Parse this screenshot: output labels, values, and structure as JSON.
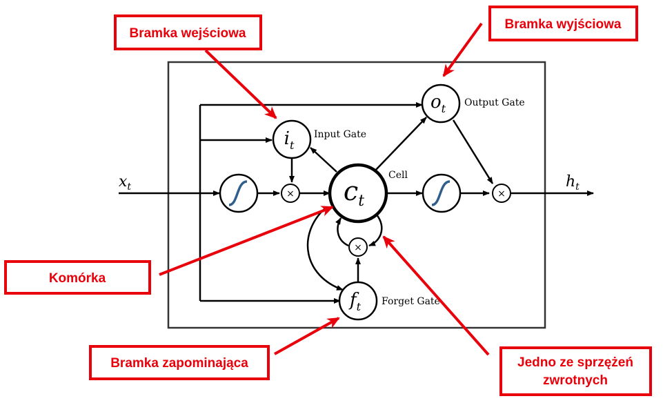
{
  "diagram": {
    "inputs": {
      "x": "x",
      "x_sub": "t"
    },
    "outputs": {
      "h": "h",
      "h_sub": "t"
    },
    "nodes": {
      "input_gate": {
        "symbol": "i",
        "sub": "t",
        "label": "Input Gate"
      },
      "output_gate": {
        "symbol": "o",
        "sub": "t",
        "label": "Output Gate"
      },
      "forget_gate": {
        "symbol": "f",
        "sub": "t",
        "label": "Forget Gate"
      },
      "cell": {
        "symbol": "c",
        "sub": "t",
        "label": "Cell"
      },
      "multiply_symbol": "×"
    }
  },
  "callouts": {
    "input_gate": "Bramka wejściowa",
    "output_gate": "Bramka wyjściowa",
    "cell": "Komórka",
    "forget_gate": "Bramka zapominająca",
    "feedback_line1": "Jedno ze sprzężeń",
    "feedback_line2": "zwrotnych"
  },
  "colors": {
    "callout_red": "#e8000b",
    "diagram_black": "#000000",
    "sigmoid_blue": "#2f5f8a",
    "box_border": "#333333"
  }
}
